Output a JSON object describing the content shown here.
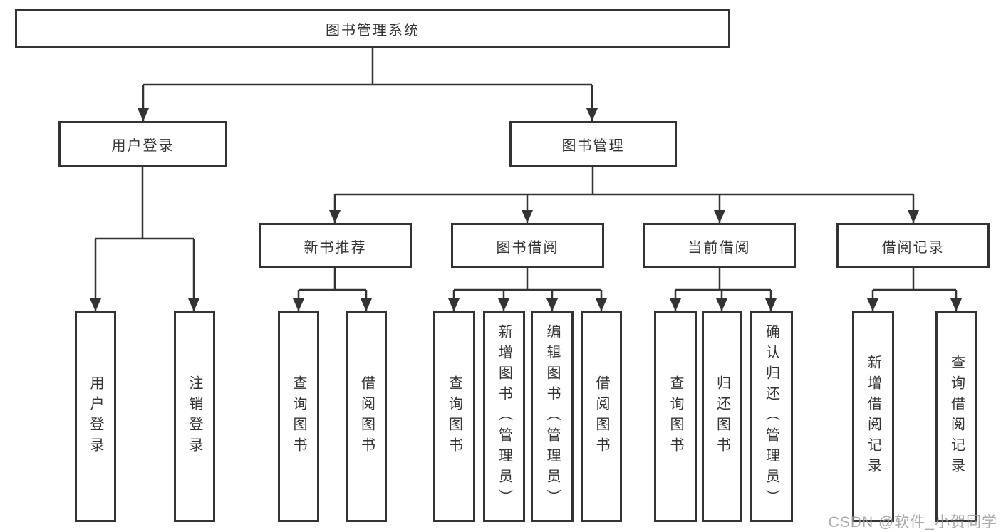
{
  "diagram": {
    "title": "图书管理系统",
    "level2": [
      {
        "label": "用户登录"
      },
      {
        "label": "图书管理"
      }
    ],
    "level3": [
      {
        "label": "新书推荐"
      },
      {
        "label": "图书借阅"
      },
      {
        "label": "当前借阅"
      },
      {
        "label": "借阅记录"
      }
    ],
    "leaves": [
      {
        "label": "用户登录"
      },
      {
        "label": "注销登录"
      },
      {
        "label": "查询图书"
      },
      {
        "label": "借阅图书"
      },
      {
        "label": "查询图书"
      },
      {
        "label": "新增图书（管理员）"
      },
      {
        "label": "编辑图书（管理员）"
      },
      {
        "label": "借阅图书"
      },
      {
        "label": "查询图书"
      },
      {
        "label": "归还图书"
      },
      {
        "label": "确认归还（管理员）"
      },
      {
        "label": "新增借阅记录"
      },
      {
        "label": "查询借阅记录"
      }
    ]
  },
  "watermark": {
    "text": "CSDN @软件_小贺同学"
  },
  "colors": {
    "line": "#333333",
    "border": "#333333",
    "text": "#333333",
    "background": "#ffffff",
    "watermark": "#9b9b9b"
  }
}
